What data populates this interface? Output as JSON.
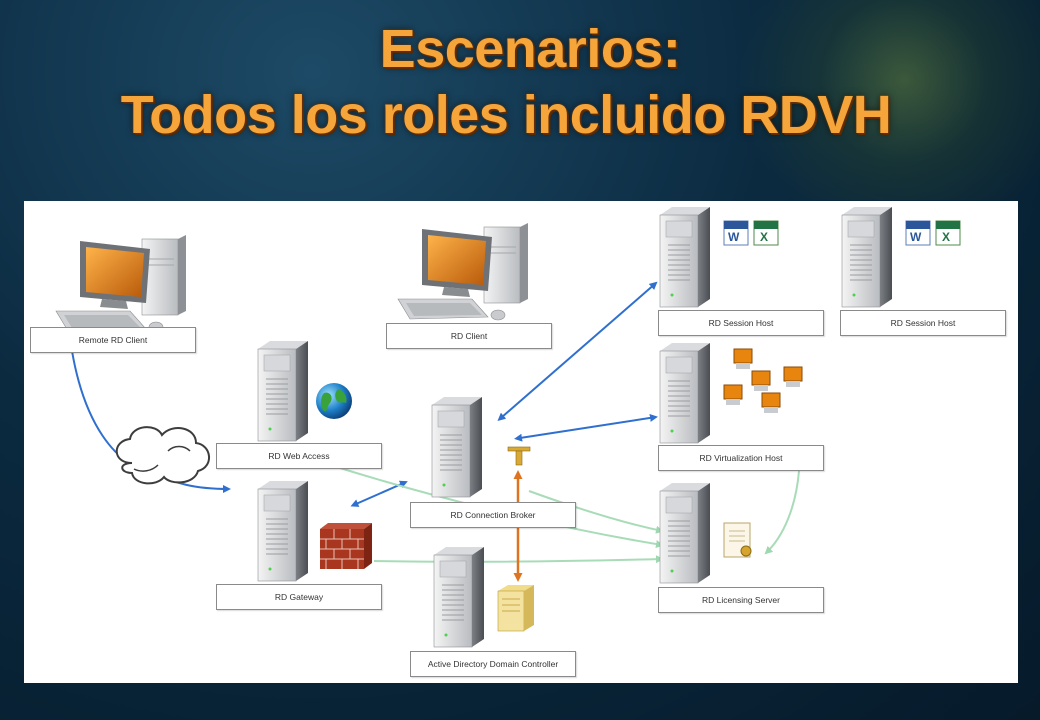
{
  "slide": {
    "title_line1": "Escenarios:",
    "title_line2": "Todos los roles incluido RDVH"
  },
  "diagram": {
    "labels": {
      "remote_rd_client": "Remote RD Client",
      "rd_client": "RD Client",
      "rd_session_host_1": "RD Session Host",
      "rd_session_host_2": "RD Session Host",
      "rd_web_access": "RD Web Access",
      "rd_connection_broker": "RD Connection Broker",
      "rd_virtualization_host": "RD Virtualization Host",
      "rd_gateway": "RD Gateway",
      "rd_licensing_server": "RD Licensing Server",
      "active_directory": "Active Directory Domain Controller"
    },
    "colors": {
      "blue_arrow": "#2f6fcf",
      "green_arrow": "#a8dcb8",
      "orange_arrow": "#e0731f",
      "title": "#f5a53a"
    },
    "icons": [
      "desktop-computer-icon",
      "server-tower-icon",
      "globe-icon",
      "brick-firewall-icon",
      "cloud-icon",
      "word-document-icon",
      "excel-document-icon",
      "virtual-desktops-icon",
      "license-certificate-icon",
      "directory-folder-icon",
      "key-connector-icon"
    ]
  }
}
